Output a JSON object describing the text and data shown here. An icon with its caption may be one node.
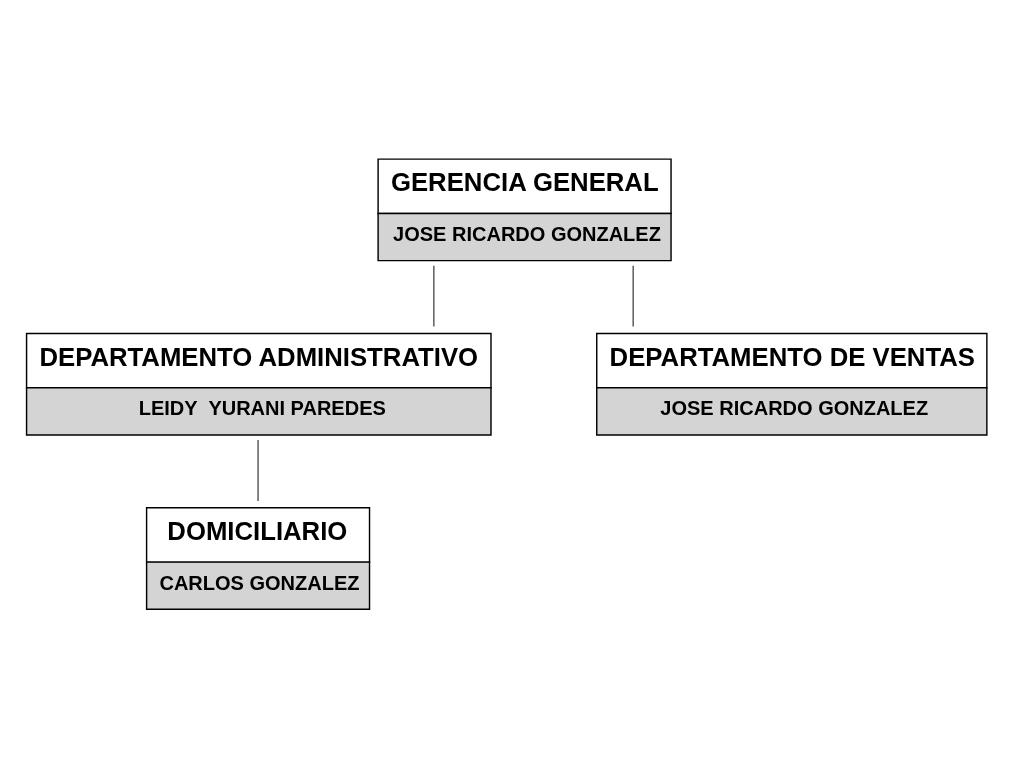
{
  "diagram": {
    "nodes": [
      {
        "text": [
          "GERENCIA GENERAL",
          "JOSE RICARDO GONZALEZ"
        ]
      },
      {
        "text": [
          "DEPARTAMENTO ADMINISTRATIVO",
          "LEIDY  YURANI PAREDES"
        ]
      },
      {
        "text": [
          "DEPARTAMENTO DE VENTAS",
          "JOSE RICARDO GONZALEZ"
        ]
      },
      {
        "text": [
          "DOMICILIARIO",
          "CARLOS GONZALEZ"
        ]
      }
    ],
    "edges": [
      {
        "from": 0,
        "to": 1,
        "arrow": "none"
      },
      {
        "from": 0,
        "to": 2,
        "arrow": "none"
      },
      {
        "from": 1,
        "to": 3,
        "arrow": "none"
      }
    ]
  }
}
